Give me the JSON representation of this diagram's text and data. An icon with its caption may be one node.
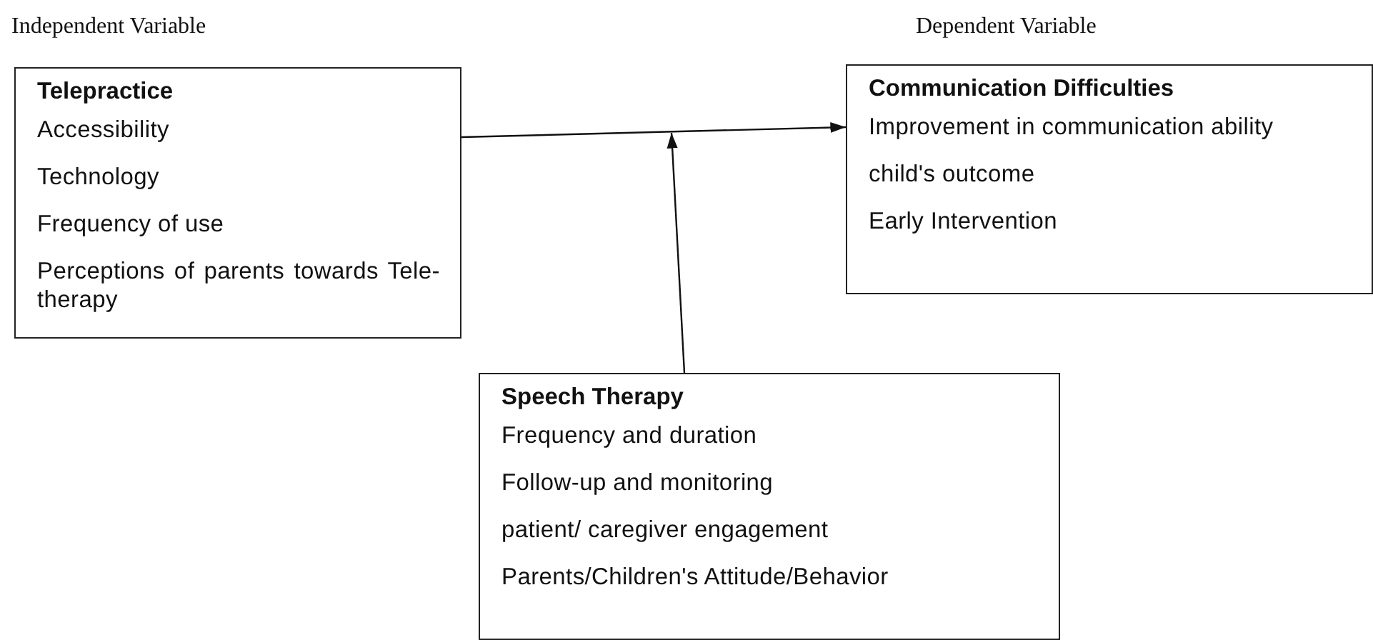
{
  "diagram": {
    "nodes": [
      {
        "text": [
          "Telepractice",
          "Accessibility",
          "Technology",
          "Frequency of use",
          "Perceptions of parents towards Tele-therapy"
        ]
      },
      {
        "text": [
          "Communication Difficulties",
          "Improvement in communication ability",
          "child's outcome",
          "Early Intervention"
        ]
      },
      {
        "text": [
          "Speech Therapy",
          "Frequency and duration",
          "Follow-up and monitoring",
          "patient/ caregiver engagement",
          "Parents/Children's Attitude/Behavior"
        ]
      }
    ],
    "edges": [
      {
        "from": 0,
        "to": 1,
        "arrow": "to"
      },
      {
        "from": 2,
        "to": null,
        "arrow": "to"
      }
    ],
    "labels": [
      "Independent Variable",
      "Dependent Variable"
    ]
  }
}
